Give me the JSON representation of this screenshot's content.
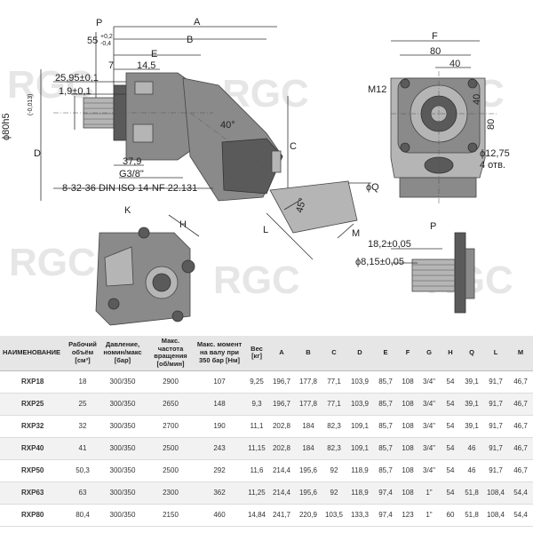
{
  "watermark": "RGC",
  "labels": {
    "P": "P",
    "A": "A",
    "B": "B",
    "C": "C",
    "D": "D",
    "E": "E",
    "F": "F",
    "H": "H",
    "K": "K",
    "L": "L",
    "M": "M",
    "M12": "M12",
    "Q": "ϕQ"
  },
  "dims": {
    "p_nom": "55",
    "p_tol_up": "+0,2",
    "p_tol_dn": "-0,4",
    "d7": "7",
    "d14_5": "14,5",
    "d25_95": "25,95±0,1",
    "d1_9": "1,9±0,1",
    "shaft": "ϕ80h5",
    "shaft_tol": "(-0,013)",
    "angle40": "40°",
    "d37_9": "37,9",
    "thread": "G3/8\"",
    "spline": "8-32-36 DIN ISO 14-NF 22.131",
    "f80": "80",
    "f40": "40",
    "v40": "40",
    "v80": "80",
    "holes_d": "ϕ12,75",
    "holes_n": "4 отв.",
    "angle45": "45°",
    "d18_2": "18,2±0,05",
    "d8_15": "ϕ8,15±0,05"
  },
  "table": {
    "headers": [
      "НАИМЕНОВАНИЕ",
      "Рабочий объём [см³]",
      "Давление, номин/макс [бар]",
      "Макс. частота вращения [об/мин]",
      "Макс. момент на валу при 350 бар [Нм]",
      "Вес [кг]",
      "A",
      "B",
      "C",
      "D",
      "E",
      "F",
      "G",
      "H",
      "Q",
      "L",
      "M"
    ],
    "rows": [
      [
        "RXP18",
        "18",
        "300/350",
        "2900",
        "107",
        "9,25",
        "196,7",
        "177,8",
        "77,1",
        "103,9",
        "85,7",
        "108",
        "3/4\"",
        "54",
        "39,1",
        "91,7",
        "46,7"
      ],
      [
        "RXP25",
        "25",
        "300/350",
        "2650",
        "148",
        "9,3",
        "196,7",
        "177,8",
        "77,1",
        "103,9",
        "85,7",
        "108",
        "3/4\"",
        "54",
        "39,1",
        "91,7",
        "46,7"
      ],
      [
        "RXP32",
        "32",
        "300/350",
        "2700",
        "190",
        "11,1",
        "202,8",
        "184",
        "82,3",
        "109,1",
        "85,7",
        "108",
        "3/4\"",
        "54",
        "39,1",
        "91,7",
        "46,7"
      ],
      [
        "RXP40",
        "41",
        "300/350",
        "2500",
        "243",
        "11,15",
        "202,8",
        "184",
        "82,3",
        "109,1",
        "85,7",
        "108",
        "3/4\"",
        "54",
        "46",
        "91,7",
        "46,7"
      ],
      [
        "RXP50",
        "50,3",
        "300/350",
        "2500",
        "292",
        "11,6",
        "214,4",
        "195,6",
        "92",
        "118,9",
        "85,7",
        "108",
        "3/4\"",
        "54",
        "46",
        "91,7",
        "46,7"
      ],
      [
        "RXP63",
        "63",
        "300/350",
        "2300",
        "362",
        "11,25",
        "214,4",
        "195,6",
        "92",
        "118,9",
        "97,4",
        "108",
        "1\"",
        "54",
        "51,8",
        "108,4",
        "54,4"
      ],
      [
        "RXP80",
        "80,4",
        "300/350",
        "2150",
        "460",
        "14,84",
        "241,7",
        "220,9",
        "103,5",
        "133,3",
        "97,4",
        "123",
        "1\"",
        "60",
        "51,8",
        "108,4",
        "54,4"
      ]
    ]
  }
}
